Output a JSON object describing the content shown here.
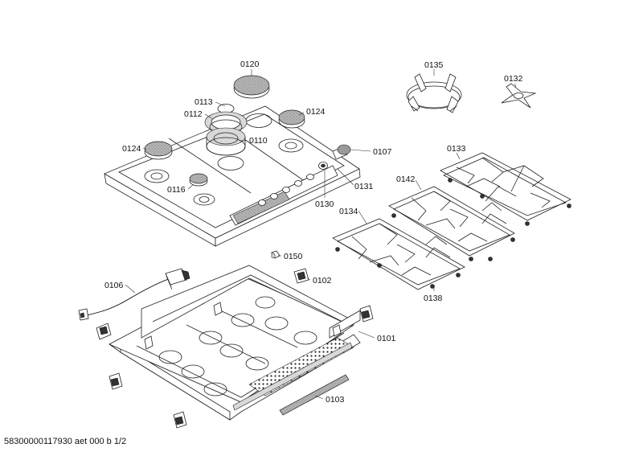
{
  "diagram": {
    "part_labels": {
      "p0120": "0120",
      "p0113": "0113",
      "p0112": "0112",
      "p0124a": "0124",
      "p0110": "0110",
      "p0124b": "0124",
      "p0107": "0107",
      "p0116": "0116",
      "p0131": "0131",
      "p0130": "0130",
      "p0135": "0135",
      "p0132": "0132",
      "p0133": "0133",
      "p0142": "0142",
      "p0134": "0134",
      "p0138": "0138",
      "p0150": "0150",
      "p0102": "0102",
      "p0106": "0106",
      "p0101": "0101",
      "p0103": "0103"
    },
    "footer": "58300000117930 aet 000 b 1/2"
  }
}
